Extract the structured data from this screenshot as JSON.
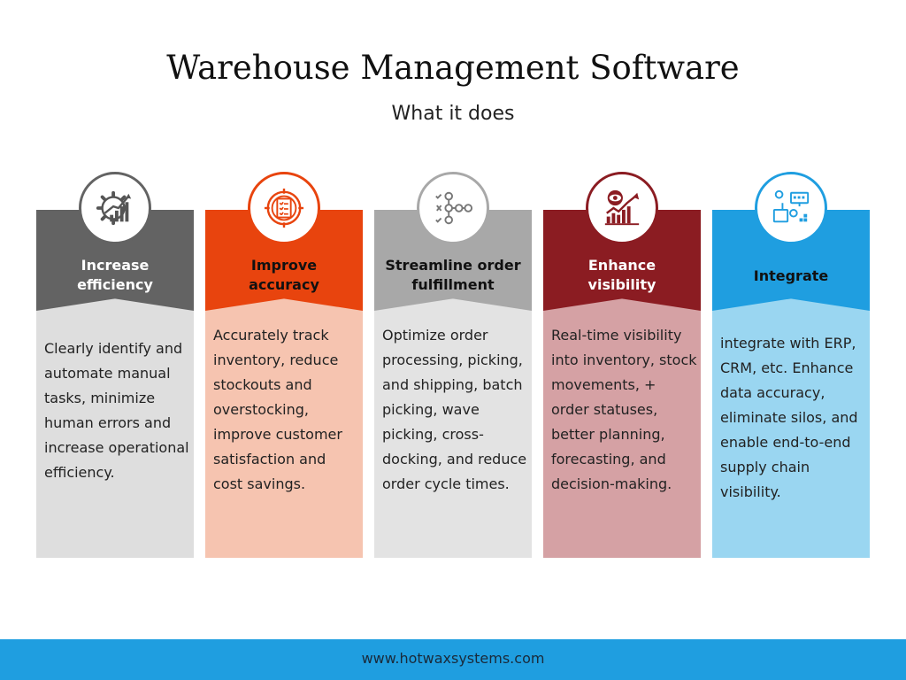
{
  "title": "Warehouse Management Software",
  "subtitle": "What it does",
  "columns": [
    {
      "label": "Increase\nefficiency",
      "description": "Clearly identify and automate manual tasks, minimize human errors and increase operational efficiency.",
      "icon": "gear-chart-icon",
      "header_color": "#636363",
      "body_color": "#dedede"
    },
    {
      "label": "Improve\naccuracy",
      "description": "Accurately track inventory, reduce stockouts and overstocking, improve customer satisfaction and cost savings.",
      "icon": "target-checklist-icon",
      "header_color": "#e8440e",
      "body_color": "#f6c4b0"
    },
    {
      "label": "Streamline order fulfillment",
      "description": "Optimize order processing, picking, and shipping, batch picking, wave picking, cross-docking, and reduce order cycle times.",
      "icon": "workflow-gears-icon",
      "header_color": "#a8a8a8",
      "body_color": "#e3e3e3"
    },
    {
      "label": "Enhance\nvisibility",
      "description": "Real-time visibility into inventory, stock movements, + order statuses, better planning, forecasting, and decision-making.",
      "icon": "eye-growth-chart-icon",
      "header_color": "#8b1c22",
      "body_color": "#d5a1a4"
    },
    {
      "label": "Integrate",
      "description": " integrate with ERP, CRM, etc. Enhance data accuracy, eliminate silos, and enable end-to-end supply chain visibility.",
      "icon": "integration-network-icon",
      "header_color": "#1f9ee0",
      "body_color": "#9ad6f1"
    }
  ],
  "footer": {
    "url": "www.hotwaxsystems.com",
    "color": "#1f9ee0"
  }
}
